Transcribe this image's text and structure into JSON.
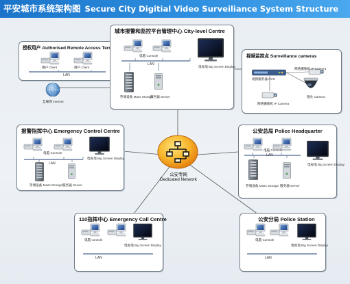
{
  "header": {
    "title_cn": "平安城市系统架构图",
    "title_en": "Secure City Digitial Video Surveiliance System Structure"
  },
  "colors": {
    "header_blue": "#1f7fd4",
    "hub_orange": "#f39a16",
    "hub_yellow": "#fbd23a",
    "lan_cable": "#6a7fa0",
    "link_line": "#555555"
  },
  "hub": {
    "label_cn": "公安专网",
    "label_en": "Dedicated Network"
  },
  "remote": {
    "title": "授权用户  Authorised Remote Access Terminal",
    "user1": "用户 Client",
    "user2": "用户 Client",
    "lan": "LAN",
    "internet": "互联网 Internet"
  },
  "city": {
    "title": "城市报警和监控平台管理中心  City-level Centre",
    "console": "电脑 Console",
    "lan": "LAN",
    "big_screen": "电视墙 Big Screen Display",
    "storage": "存储设备 Mass Storage",
    "server": "服务器 Server"
  },
  "cameras": {
    "title": "视频监控点  Surveillance cameras",
    "nvs": "视频服务器 NVS",
    "ipcam1": "网络摄像机 IP Camera",
    "ipcam2": "网络摄像机 IP Camera",
    "camera": "镜头 Camera"
  },
  "emergency": {
    "title": "报警指挥中心  Emergency Control Centre",
    "console": "电脑 Console",
    "lan": "LAN",
    "big_screen": "电视墙 Big Screen Display",
    "storage": "存储设备 Mass Storage",
    "server": "服务器 Server"
  },
  "hq": {
    "title": "公安总局  Police Headquarter",
    "console": "电脑 Console",
    "lan": "LAN",
    "big_screen": "电视墙 Big Screen Display",
    "storage": "存储设备 Mass Storage",
    "server": "服务器 Server"
  },
  "call": {
    "title": "110指挥中心  Emergency Call Centre",
    "console": "电脑 console",
    "lan": "LAN",
    "big_screen": "电视墙 Big Screen Display"
  },
  "station": {
    "title": "公安分局  Police Station",
    "console": "电脑 Console",
    "lan": "LAN",
    "big_screen": "电视墙 Big Screen Display"
  }
}
